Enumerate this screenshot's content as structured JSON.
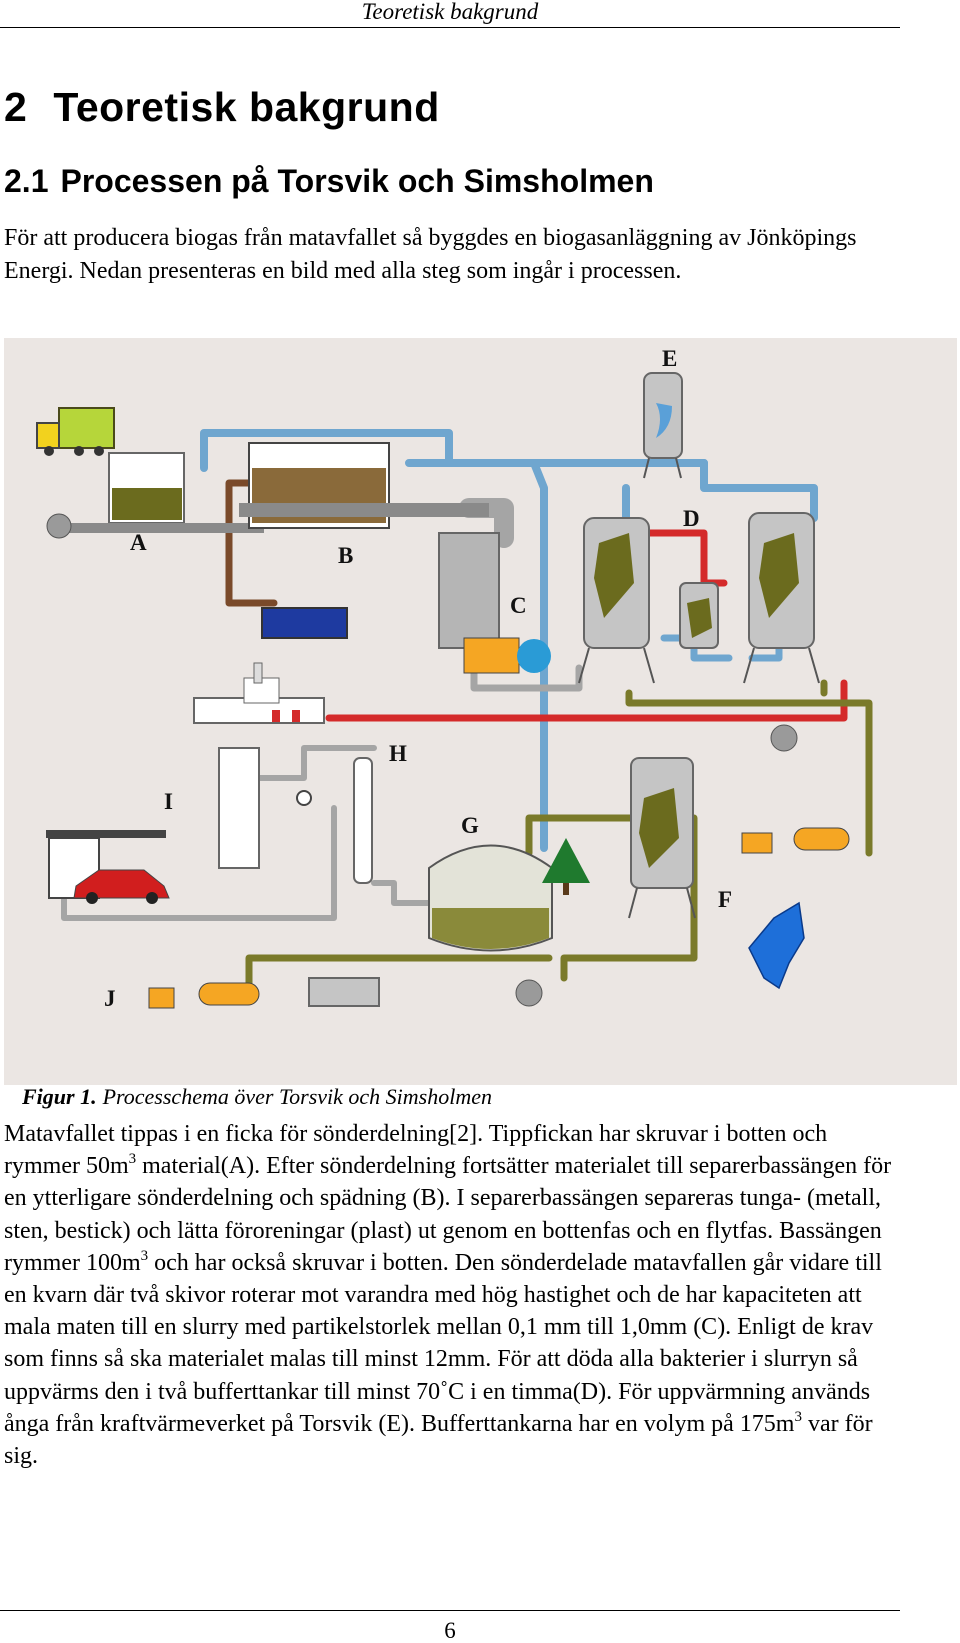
{
  "running_header": "Teoretisk bakgrund",
  "chapter": {
    "number": "2",
    "title": "Teoretisk bakgrund"
  },
  "section": {
    "number": "2.1",
    "title": "Processen på Torsvik och Simsholmen"
  },
  "intro_paragraph": "För att producera biogas från matavfallet så byggdes en biogasanläggning av Jönköpings Energi. Nedan presenteras en bild med alla steg som ingår i processen.",
  "figure": {
    "labels": {
      "A": "A",
      "B": "B",
      "C": "C",
      "D": "D",
      "E": "E",
      "F": "F",
      "G": "G",
      "H": "H",
      "I": "I",
      "J": "J"
    },
    "colors": {
      "background": "#ebe6e3",
      "hot_pipe": "#d42a2a",
      "water_pipe": "#6fa6cf",
      "biomass_pipe": "#7a7a2a",
      "brown_pipe": "#7a4a2a",
      "gray_pipe": "#a5a5a5",
      "tank": "#c5c5c5",
      "biomass": "#6b6b1e",
      "vehicle_tank": "#f5a623",
      "lake": "#1e6fd9",
      "car": "#d11e1e"
    }
  },
  "caption": {
    "label": "Figur 1.",
    "text": "Processchema över Torsvik och Simsholmen"
  },
  "body": {
    "s1": "Matavfallet tippas i en ficka för sönderdelning[2]. Tippfickan har skruvar i botten och rymmer 50m",
    "sup1": "3",
    "s2": " material(A). Efter sönderdelning fortsätter materialet till separerbassängen för en ytterligare sönderdelning och spädning (B). I separerbassängen separeras tunga- (metall, sten, bestick) och lätta föroreningar (plast) ut genom en bottenfas och en flytfas. Bassängen rymmer 100m",
    "sup2": "3",
    "s3": " och har också skruvar i botten. Den sönderdelade matavfallen går vidare till en kvarn där två skivor roterar mot varandra med hög hastighet och de har kapaciteten att mala maten till en slurry med partikelstorlek mellan 0,1 mm till 1,0mm (C). Enligt de krav som finns så ska materialet malas till minst 12mm. För att döda alla bakterier i slurryn så uppvärms den i två bufferttankar till minst 70˚C i en timma(D). För uppvärmning används ånga från kraftvärmeverket på Torsvik (E). Bufferttankarna har en volym på 175m",
    "sup3": "3",
    "s4": " var för sig."
  },
  "page_number": "6"
}
